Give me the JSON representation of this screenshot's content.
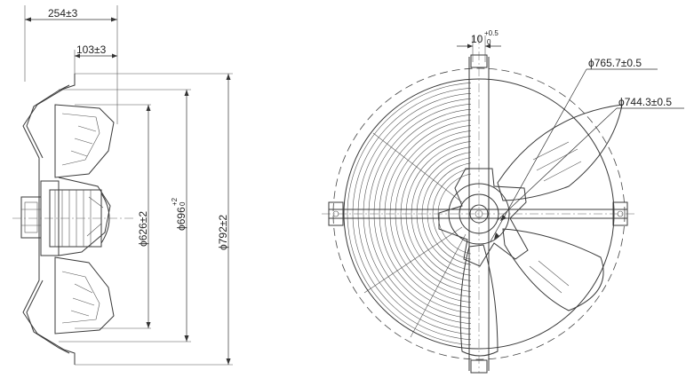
{
  "dimensions": {
    "depth_total": "254±3",
    "depth_grille": "103±3",
    "phi_626": "ϕ626±2",
    "phi_696": "ϕ696",
    "phi_696_tol_upper": "+2",
    "phi_696_tol_lower": "0",
    "phi_792": "ϕ792±2",
    "slot_width": "10",
    "slot_tol_upper": "+0.5",
    "slot_tol_lower": "0",
    "phi_765": "ϕ765.7±0.5",
    "phi_744": "ϕ744.3±0.5"
  }
}
